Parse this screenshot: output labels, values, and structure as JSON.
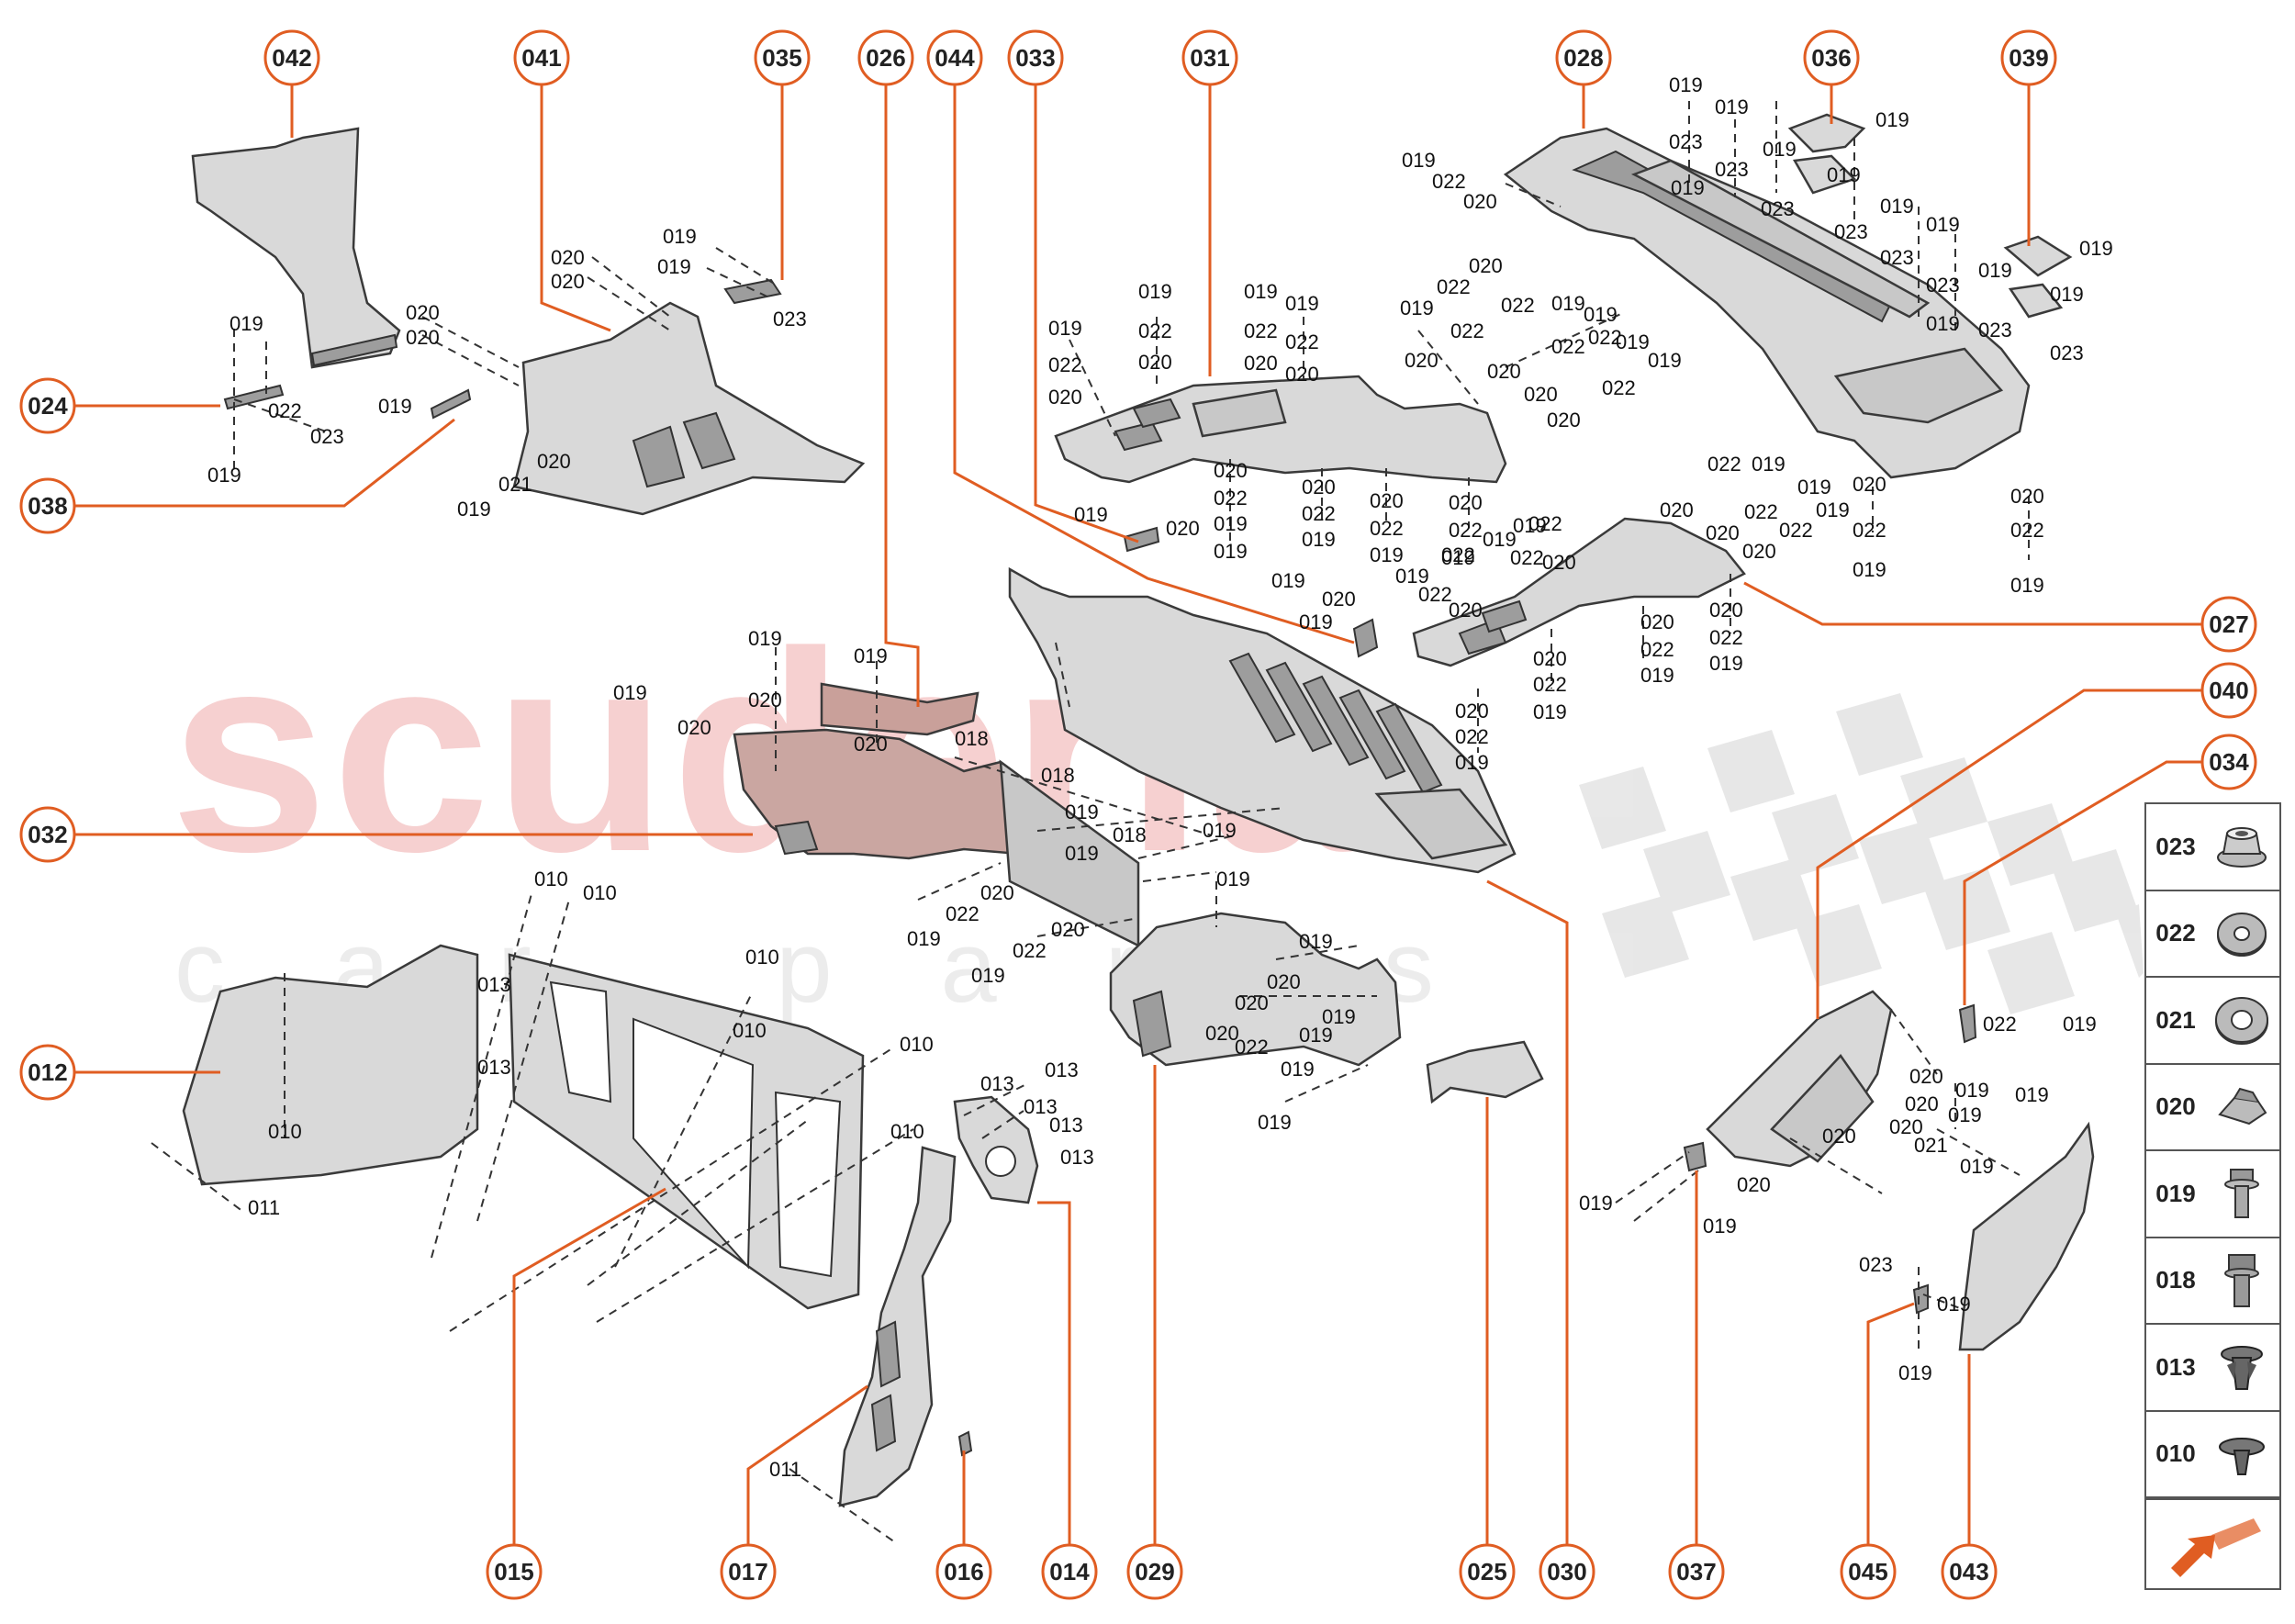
{
  "watermark": {
    "brand": "scuderia",
    "tagline": "car parts"
  },
  "callouts": {
    "c042": "042",
    "c041": "041",
    "c035": "035",
    "c026": "026",
    "c044": "044",
    "c033": "033",
    "c031": "031",
    "c028": "028",
    "c036": "036",
    "c039": "039",
    "c024": "024",
    "c038": "038",
    "c032": "032",
    "c012": "012",
    "c027": "027",
    "c040": "040",
    "c034": "034",
    "c015": "015",
    "c017": "017",
    "c016": "016",
    "c014": "014",
    "c029": "029",
    "c025": "025",
    "c030": "030",
    "c037": "037",
    "c045": "045",
    "c043": "043"
  },
  "labels": {
    "l019": "019",
    "l020": "020",
    "l021": "021",
    "l022": "022",
    "l023": "023",
    "l018": "018",
    "l013": "013",
    "l011": "011",
    "l010": "010"
  },
  "legend": [
    {
      "code": "023",
      "icon": "flange-nut-icon"
    },
    {
      "code": "022",
      "icon": "washer-icon"
    },
    {
      "code": "021",
      "icon": "large-washer-icon"
    },
    {
      "code": "020",
      "icon": "clip-nut-icon"
    },
    {
      "code": "019",
      "icon": "flange-bolt-icon"
    },
    {
      "code": "018",
      "icon": "hex-bolt-icon"
    },
    {
      "code": "013",
      "icon": "push-rivet-icon"
    },
    {
      "code": "010",
      "icon": "panel-clip-icon"
    }
  ],
  "legend_codes": {
    "r0": "023",
    "r1": "022",
    "r2": "021",
    "r3": "020",
    "r4": "019",
    "r5": "018",
    "r6": "013",
    "r7": "010"
  },
  "colors": {
    "accent": "#e05d22",
    "part": "#d9d9d9",
    "watermark": "#f6d0d0"
  }
}
